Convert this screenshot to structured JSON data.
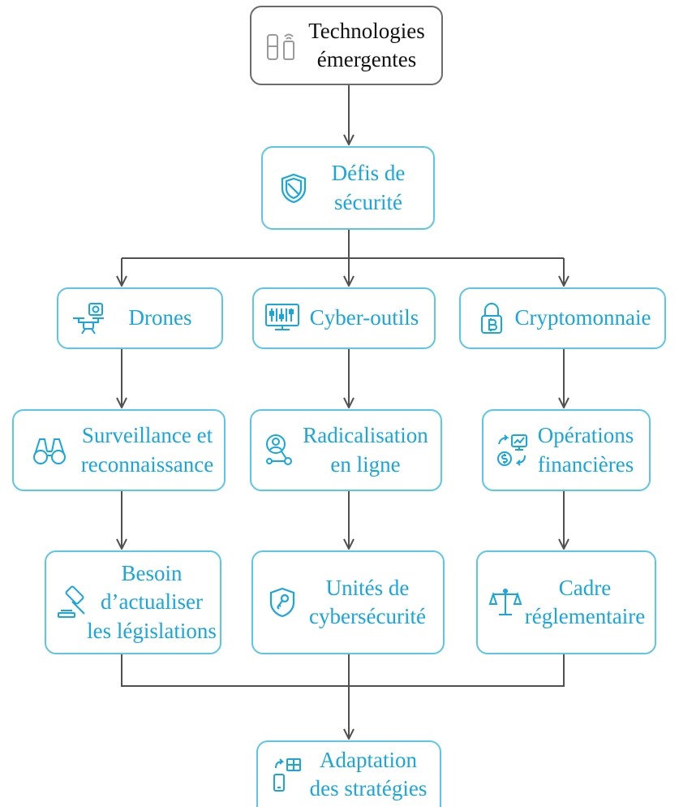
{
  "colors": {
    "accent": "#19a6dd",
    "border": "#5bc6ea",
    "root_border": "#6b6b6b",
    "arrow": "#505050"
  },
  "nodes": {
    "root": {
      "label": [
        "Technologies",
        "émergentes"
      ],
      "icon": "devices-icon"
    },
    "security": {
      "label": [
        "Défis de",
        "sécurité"
      ],
      "icon": "shield-icon"
    },
    "drones": {
      "label": [
        "Drones"
      ],
      "icon": "drone-icon"
    },
    "cyber": {
      "label": [
        "Cyber-outils"
      ],
      "icon": "server-rack-icon"
    },
    "crypto": {
      "label": [
        "Cryptomonnaie"
      ],
      "icon": "bitcoin-lock-icon"
    },
    "surveillance": {
      "label": [
        "Surveillance et",
        "reconnaissance"
      ],
      "icon": "binoculars-icon"
    },
    "radical": {
      "label": [
        "Radicalisation",
        "en ligne"
      ],
      "icon": "user-network-icon"
    },
    "finance": {
      "label": [
        "Opérations",
        "financières"
      ],
      "icon": "finance-transfer-icon"
    },
    "legis": {
      "label": [
        "Besoin",
        "d’actualiser",
        "les législations"
      ],
      "icon": "gavel-icon"
    },
    "cyberunits": {
      "label": [
        "Unités de",
        "cybersécurité"
      ],
      "icon": "shield-key-icon"
    },
    "regulatory": {
      "label": [
        "Cadre",
        "réglementaire"
      ],
      "icon": "scales-icon"
    },
    "adaptation": {
      "label": [
        "Adaptation",
        "des stratégies"
      ],
      "icon": "strategy-icon"
    }
  }
}
